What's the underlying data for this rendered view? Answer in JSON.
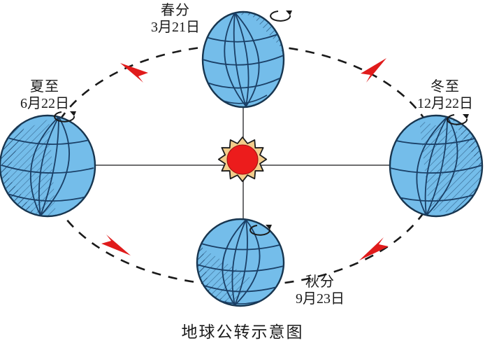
{
  "title": "地球公转示意图",
  "center_body": {
    "name": "sun",
    "core_color": "#ec1c1c",
    "corona_color": "#f3cd8b",
    "outline_color": "#1c1c1c"
  },
  "orbit": {
    "style": "dashed",
    "color": "#1a1a1a",
    "direction": "counterclockwise",
    "arrow_color": "#e01b1b",
    "arrow_count": 4
  },
  "axis_lines": {
    "color": "#6e6e70",
    "horizontal": true,
    "vertical": true
  },
  "earth": {
    "fill_color": "#74bdea",
    "grid_color": "#1a3f66",
    "outline_color": "#17354f",
    "shadow_hatch_color": "#1a3f66",
    "rotation_arrow": "rotation-arrow"
  },
  "positions": [
    {
      "id": "spring",
      "season": "春分",
      "date": "3月21日",
      "label_position": "top"
    },
    {
      "id": "summer",
      "season": "夏至",
      "date": "6月22日",
      "label_position": "left"
    },
    {
      "id": "winter",
      "season": "冬至",
      "date": "12月22日",
      "label_position": "right"
    },
    {
      "id": "autumn",
      "season": "秋分",
      "date": "9月23日",
      "label_position": "bottom"
    }
  ]
}
